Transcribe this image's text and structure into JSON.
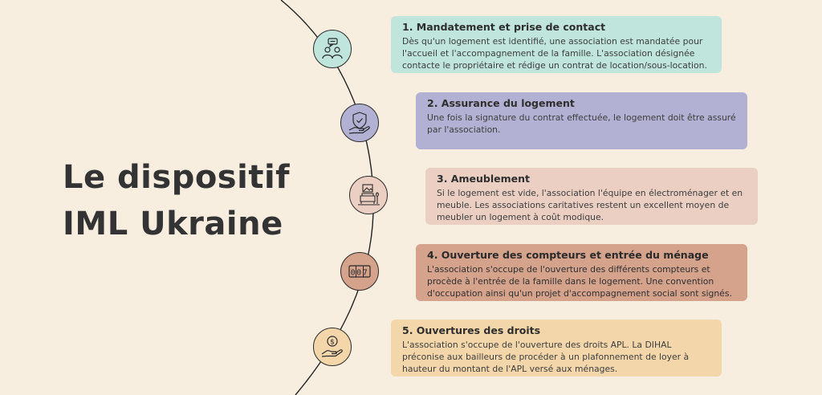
{
  "title": {
    "line1": "Le dispositif",
    "line2": "IML Ukraine"
  },
  "steps": [
    {
      "title": "1. Mandatement et prise de contact",
      "text": "Dès qu'un logement est identifié, une association est mandatée pour l'accueil et l'accompagnement de la famille. L'association désignée contacte le propriétaire et rédige un contrat de location/sous-location.",
      "icon": "two-people-chat-icon",
      "card_color": "#bfe5dc",
      "circle_color": "#bfe5dc"
    },
    {
      "title": "2. Assurance du logement",
      "text": "Une fois la signature du contrat effectuée, le logement doit être assuré par l'association.",
      "icon": "shield-hand-icon",
      "card_color": "#b2b1d3",
      "circle_color": "#b2b1d3"
    },
    {
      "title": "3. Ameublement",
      "text": "Si le logement est vide, l'association l'équipe en électroménager et en meuble. Les associations caritatives restent un excellent moyen de meubler un logement à coût modique.",
      "icon": "furniture-icon",
      "card_color": "#eccfc3",
      "circle_color": "#eccfc3"
    },
    {
      "title": "4. Ouverture des compteurs et entrée du ménage",
      "text": "L'association s'occupe de l'ouverture des différents compteurs et procède à l'entrée de la famille dans le logement. Une convention d'occupation ainsi qu'un projet d'accompagnement social sont signés.",
      "icon": "meter-counter-icon",
      "counter_digits": "007",
      "card_color": "#d5a28c",
      "circle_color": "#d5a28c"
    },
    {
      "title": "5. Ouvertures des droits",
      "text": "L'association s'occupe de l'ouverture des droits APL. La DIHAL préconise aux bailleurs de procéder à un plafonnement de loyer à hauteur du montant de l'APL versé aux ménages.",
      "icon": "dollar-hand-icon",
      "card_color": "#f3d7ab",
      "circle_color": "#f3d7ab"
    }
  ]
}
